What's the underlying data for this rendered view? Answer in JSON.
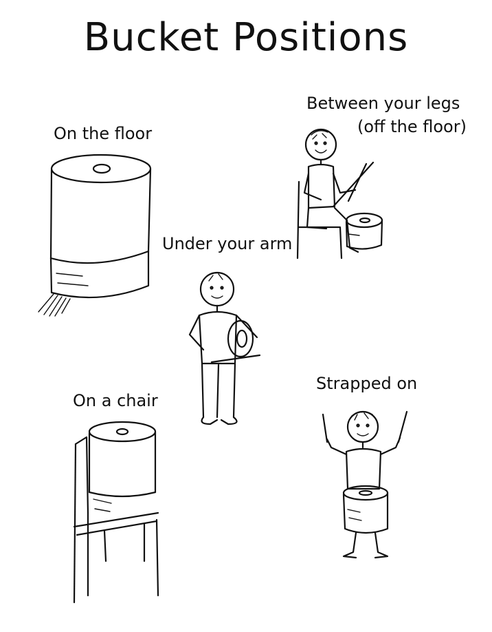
{
  "title": "Bucket Positions",
  "positions": {
    "on_the_floor": "On the floor",
    "between_legs_line1": "Between your legs",
    "between_legs_line2": "(off the floor)",
    "under_arm": "Under your arm",
    "on_a_chair": "On a chair",
    "strapped_on": "Strapped on"
  }
}
